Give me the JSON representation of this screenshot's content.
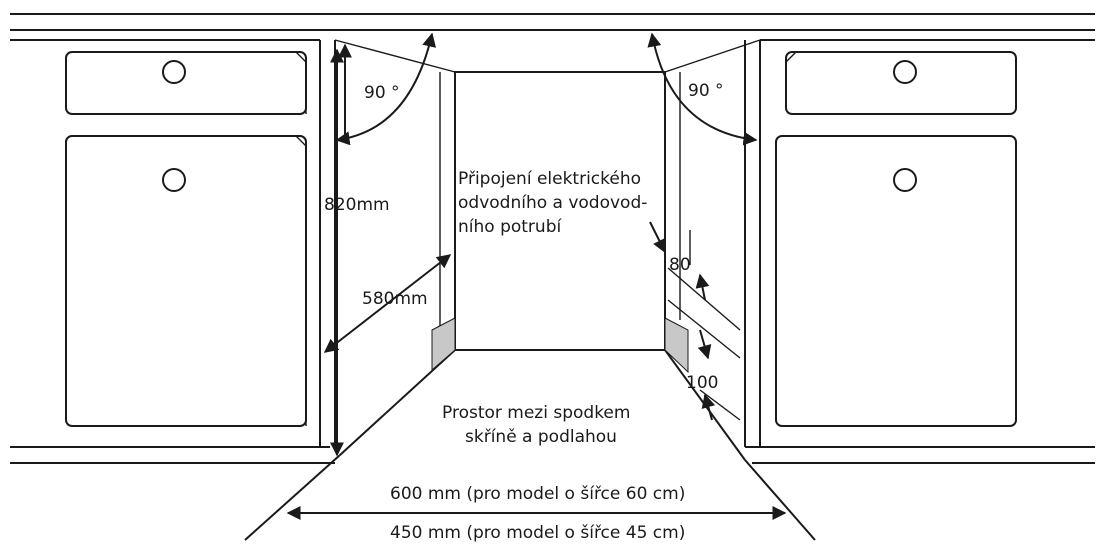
{
  "colors": {
    "line": "#1a1a1a",
    "fill_gray": "#c8c8c8",
    "background": "#ffffff"
  },
  "labels": {
    "angle_left": "90 °",
    "angle_right": "90 °",
    "height": "820mm",
    "depth": "580mm",
    "connection_line1": "Připojení elektrického",
    "connection_line2": "odvodního a vodovod-",
    "connection_line3": "ního potrubí",
    "dim_80": "80",
    "dim_100": "100",
    "space_line1": "Prostor mezi spodkem",
    "space_line2": "skříně a podlahou",
    "width_600": "600 mm (pro model o šířce 60 cm)",
    "width_450": "450 mm (pro model o šířce 45 cm)"
  },
  "icons": [
    "arrow-icon",
    "door-knob-icon"
  ]
}
